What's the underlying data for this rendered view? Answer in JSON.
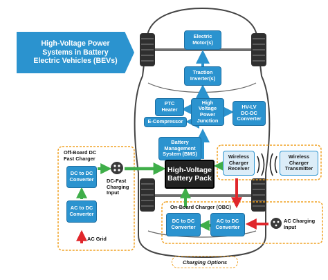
{
  "title": "High-Voltage Power\nSystems in Battery\nElectric Vehicles (BEVs)",
  "components": {
    "electric_motor": "Electric\nMotor(s)",
    "traction_inverter": "Traction\nInverter(s)",
    "ptc_heater": "PTC\nHeater",
    "hv_junction": "High Voltage\nPower\nJunction",
    "hvlv_converter": "HV-LV\nDC-DC\nConverter",
    "e_compressor": "E-Compressor",
    "bms": "Battery\nManagement\nSystem (BMS)",
    "battery_pack": "High-Voltage\nBattery Pack",
    "wireless_receiver": "Wireless\nCharger\nReceiver",
    "wireless_transmitter": "Wireless\nCharger\nTransmitter"
  },
  "offboard": {
    "title": "Off-Board DC\nFast Charger",
    "dcdc": "DC to DC\nConverter",
    "acdc": "AC to DC\nConverter",
    "ac_grid": "AC Grid",
    "fast_input": "DC-Fast\nCharging\nInput"
  },
  "obc": {
    "title": "On-Board Charger (OBC)",
    "dcdc": "DC to DC\nConverter",
    "acdc": "AC to DC\nConverter",
    "ac_input": "AC Charging\nInput"
  },
  "caption": "Charging Options",
  "colors": {
    "primary_blue": "#2b93cf",
    "arrow_green": "#3fae49",
    "arrow_red": "#e0262b",
    "dashed_orange": "#f0a020",
    "pack_dark": "#222222"
  }
}
